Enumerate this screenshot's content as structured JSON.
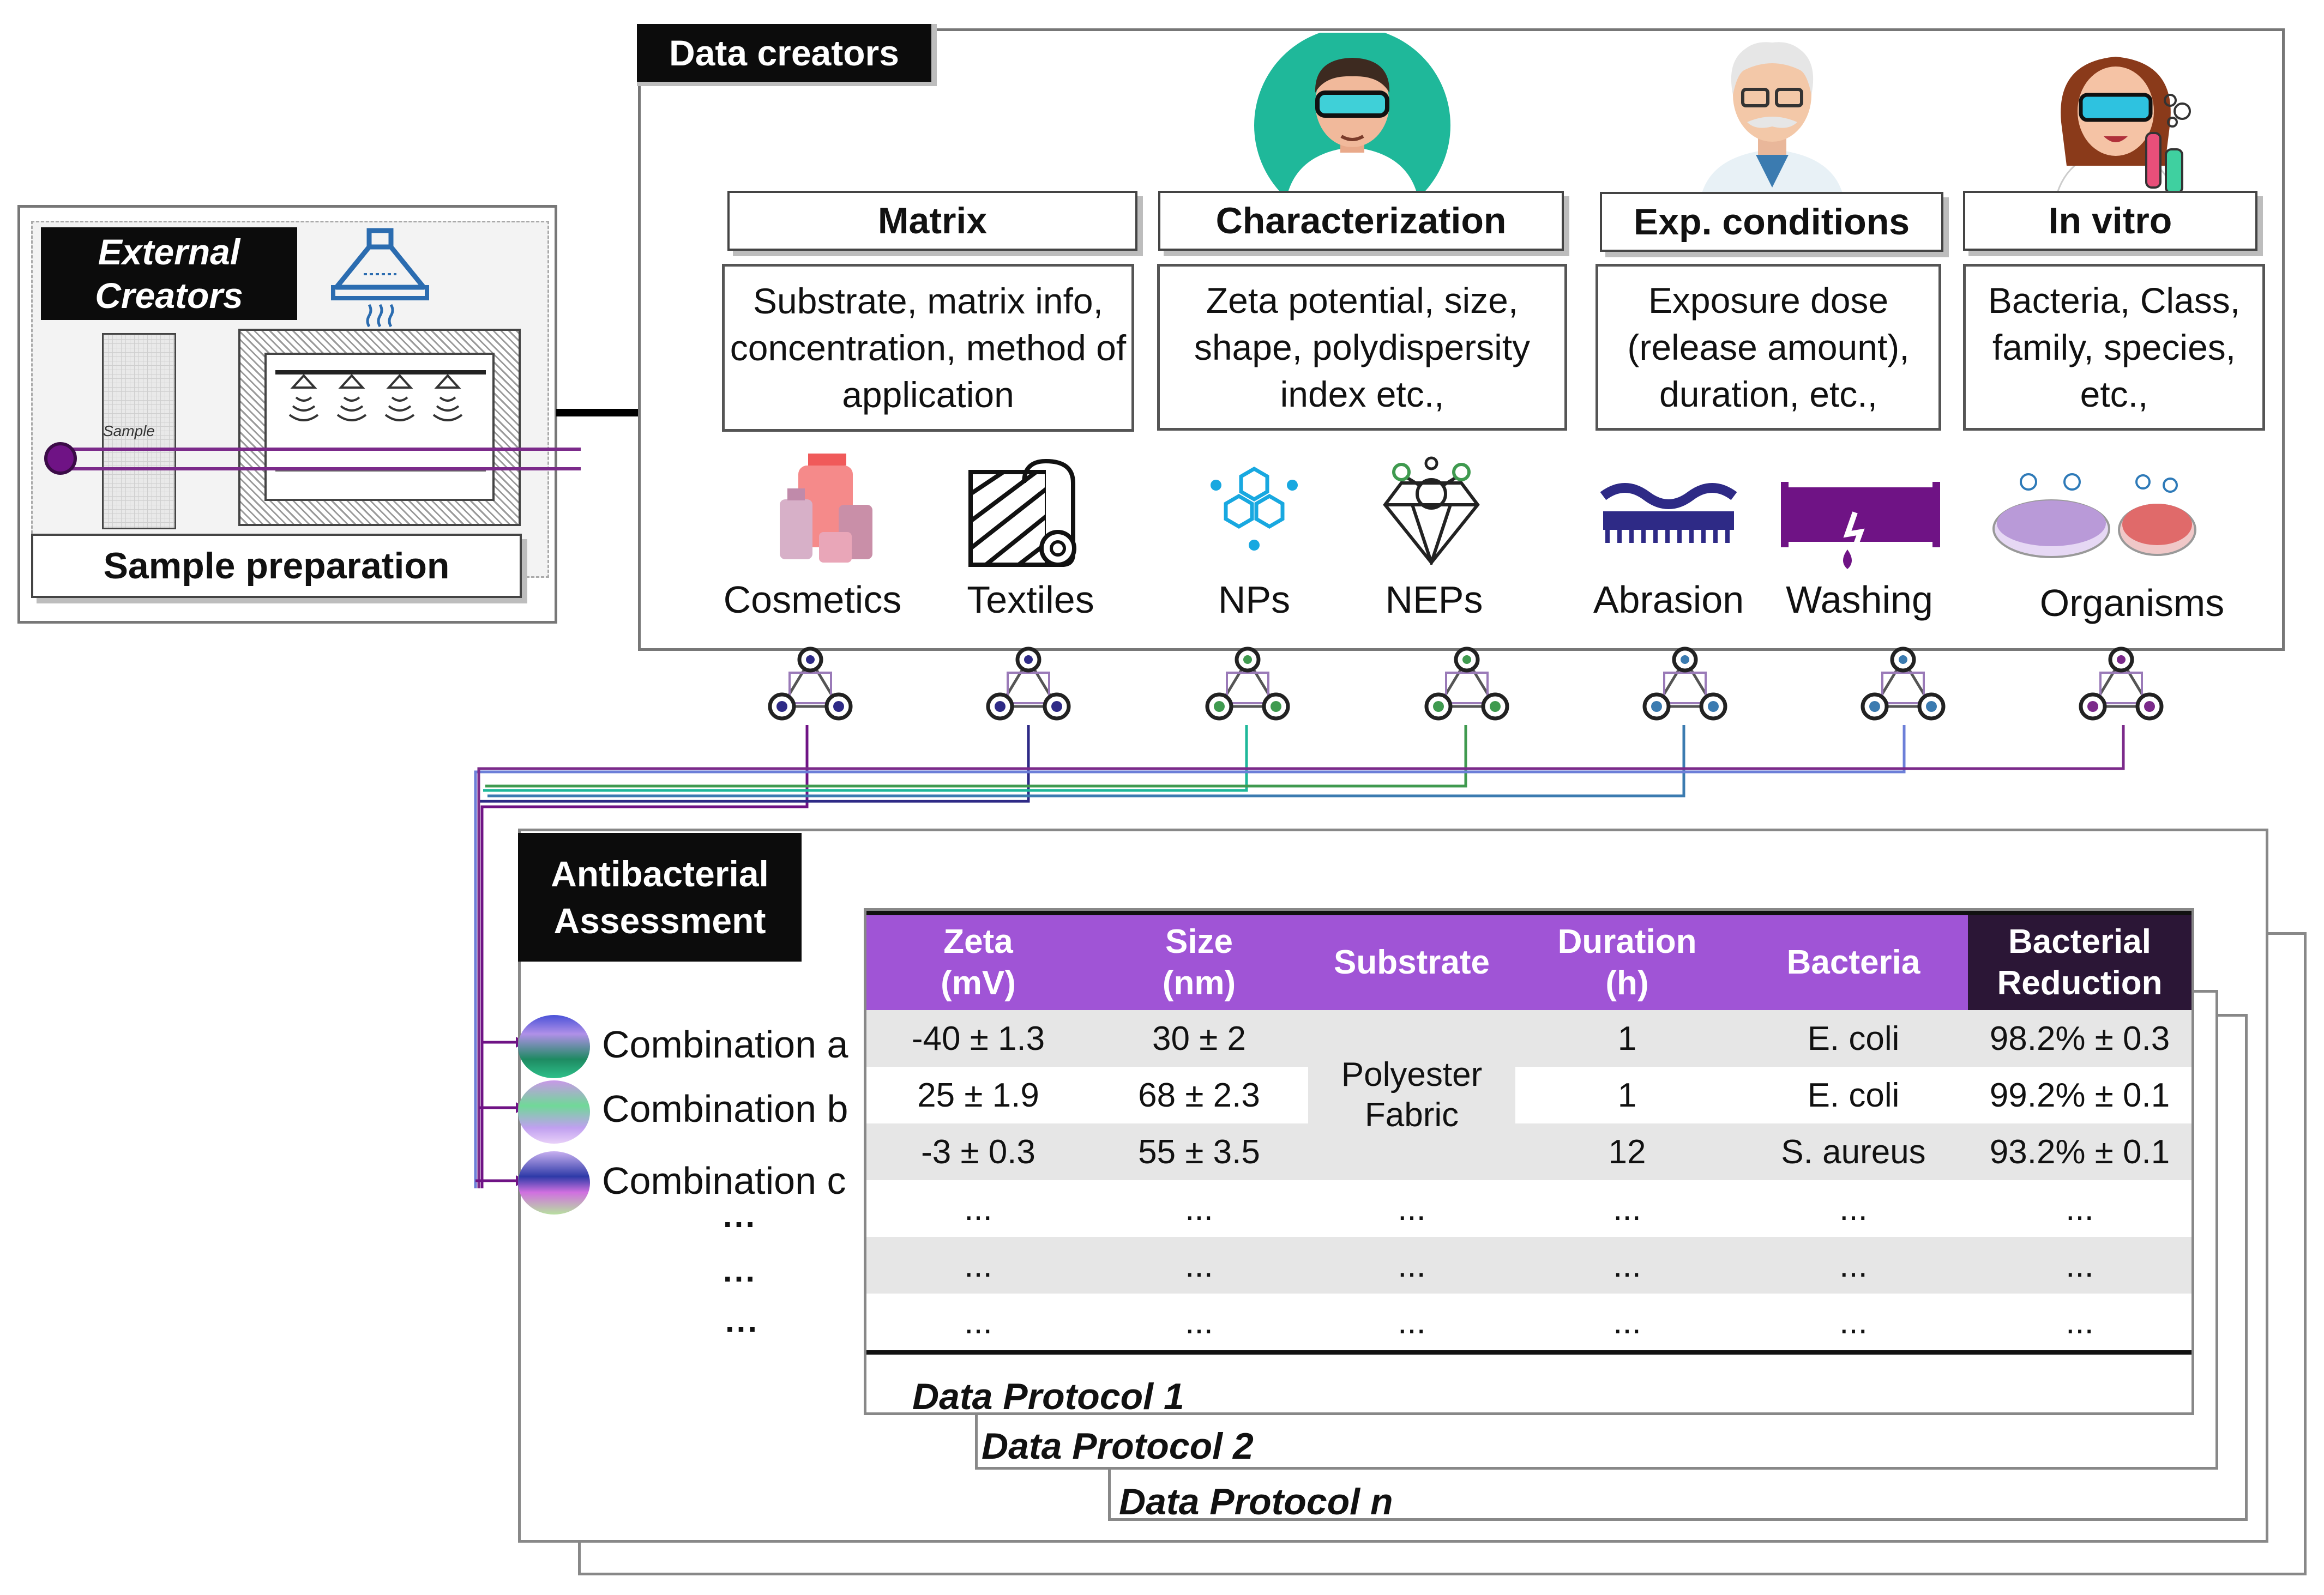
{
  "external": {
    "badge": "External\nCreators",
    "sample_tag": "Sample",
    "footer": "Sample preparation"
  },
  "creators": {
    "badge": "Data creators",
    "categories": [
      {
        "title": "Matrix",
        "desc": "Substrate, matrix info, concentration, method of application"
      },
      {
        "title": "Characterization",
        "desc": "Zeta potential, size, shape, polydispersity index etc.,"
      },
      {
        "title": "Exp. conditions",
        "desc": "Exposure dose (release amount), duration, etc.,"
      },
      {
        "title": "In vitro",
        "desc": "Bacteria, Class, family, species, etc.,"
      }
    ],
    "items": [
      "Cosmetics",
      "Textiles",
      "NPs",
      "NEPs",
      "Abrasion",
      "Washing",
      "Organisms"
    ]
  },
  "assessment": {
    "badge": "Antibacterial\nAssessment",
    "combinations": [
      "Combination a",
      "Combination b",
      "Combination c"
    ],
    "ellipsis": "..."
  },
  "table": {
    "headers": [
      "Zeta\n(mV)",
      "Size\n(nm)",
      "Substrate",
      "Duration\n(h)",
      "Bacteria",
      "Bacterial\nReduction"
    ],
    "rows": [
      [
        "-40 ± 1.3",
        "30 ± 2",
        "Polyester\nFabric",
        "1",
        "E. coli",
        "98.2% ± 0.3"
      ],
      [
        "25 ± 1.9",
        "68 ± 2.3",
        "",
        "1",
        "E. coli",
        "99.2% ± 0.1"
      ],
      [
        "-3 ± 0.3",
        "55 ± 3.5",
        "",
        "12",
        "S. aureus",
        "93.2% ± 0.1"
      ]
    ],
    "ellipsis": "..."
  },
  "protocols": [
    "Data Protocol 1",
    "Data Protocol 2",
    "Data Protocol n"
  ],
  "colors": {
    "purple": "#a054d6",
    "dark_purple": "#2b1636",
    "teal": "#1fb89a",
    "navy": "#2e2a86",
    "violet": "#6f1385",
    "green_node": "#3f9a4f",
    "blue_node": "#3b7bb0"
  }
}
